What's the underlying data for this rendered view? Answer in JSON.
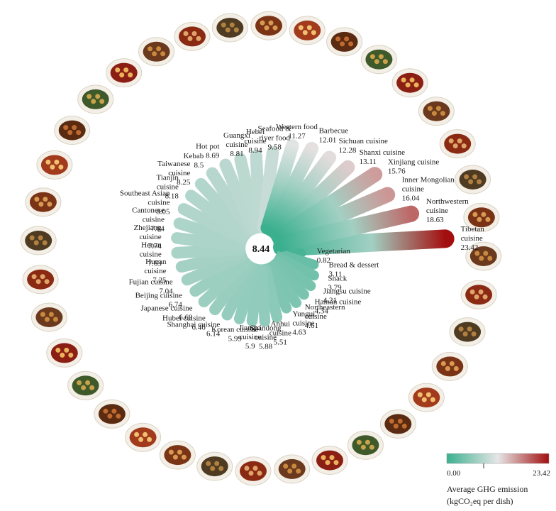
{
  "chart_data": {
    "type": "radial-bar",
    "center_value": "8.44",
    "categories": [
      "Tibetan cuisine",
      "Vegetarian",
      "Bread & dessert",
      "Snack",
      "Jiangsu cuisine",
      "Hainan cuisine",
      "Northeastern cuisine",
      "Yungui cuisine",
      "Anhui cuisine",
      "Shandong cuisine",
      "Jiangxi cuisine",
      "Korean cuisine",
      "Shanghai cuisine",
      "Hubei cuisine",
      "Japanese cuisine",
      "Beijing cuisine",
      "Fujian cuisine",
      "Hunan cuisine",
      "Henan cuisine",
      "Zhejiang cuisine",
      "Cantonese cuisine",
      "Southeast Asian cuisine",
      "Tianjin cuisine",
      "Taiwanese cuisine",
      "Kebab",
      "Hot pot",
      "Guangxi cuisine",
      "Hebei cuisine",
      "Seafood & river food",
      "Western food",
      "Barbecue",
      "Sichuan cuisine",
      "Shanxi cuisine",
      "Xinjiang cuisine",
      "Inner Mongolian cuisine",
      "Northwestern cuisine"
    ],
    "values": [
      23.42,
      0.82,
      3.11,
      3.79,
      4.21,
      4.34,
      4.61,
      4.63,
      5.51,
      5.88,
      5.9,
      5.99,
      6.14,
      6.46,
      6.69,
      6.74,
      7.04,
      7.25,
      7.63,
      7.74,
      7.84,
      8.05,
      8.18,
      8.25,
      8.5,
      8.69,
      8.81,
      8.94,
      9.58,
      11.27,
      12.01,
      12.28,
      13.11,
      15.76,
      16.04,
      18.63
    ],
    "value_labels": [
      "23.42",
      "0.82",
      "3.11",
      "3.79",
      "4.21",
      "4.34",
      "4.61",
      "4.63",
      "5.51",
      "5.88",
      "5.9",
      "5.99",
      "6.14",
      "6.46",
      "6.69",
      "6.74",
      "7.04",
      "7.25",
      "7.63",
      "7.74",
      "7.84",
      "8.05",
      "8.18",
      "8.25",
      "8.5",
      "8.69",
      "8.81",
      "8.94",
      "9.58",
      "11.27",
      "12.01",
      "12.28",
      "13.11",
      "15.76",
      "16.04",
      "18.63"
    ],
    "label_lines": [
      [
        "Tibetan",
        "cuisine"
      ],
      [
        "Vegetarian"
      ],
      [
        "Bread & dessert"
      ],
      [
        "Snack"
      ],
      [
        "Jiangsu cuisine"
      ],
      [
        "Hainan cuisine"
      ],
      [
        "Northeastern",
        "cuisine"
      ],
      [
        "Yungui",
        "cuisine"
      ],
      [
        "Anhui",
        "cuisine"
      ],
      [
        "Shandong",
        "cuisine"
      ],
      [
        "Jiangxi",
        "cuisine"
      ],
      [
        "Korean cuisine"
      ],
      [
        "Shanghai cuisine"
      ],
      [
        "Hubei cuisine"
      ],
      [
        "Japanese cuisine"
      ],
      [
        "Beijing cuisine"
      ],
      [
        "Fujian cuisine"
      ],
      [
        "Hunan",
        "cuisine"
      ],
      [
        "Henan",
        "cuisine"
      ],
      [
        "Zhejiang",
        "cuisine"
      ],
      [
        "Cantonese",
        "cuisine"
      ],
      [
        "Southeast Asian",
        "cuisine"
      ],
      [
        "Tianjin",
        "cuisine"
      ],
      [
        "Taiwanese",
        "cuisine"
      ],
      [
        "Kebab"
      ],
      [
        "Hot pot"
      ],
      [
        "Guangxi",
        "cuisine"
      ],
      [
        "Hebei",
        "cuisine"
      ],
      [
        "Seafood &",
        "river food"
      ],
      [
        "Western food"
      ],
      [
        "Barbecue"
      ],
      [
        "Sichuan cuisine"
      ],
      [
        "Shanxi cuisine"
      ],
      [
        "Xinjiang cuisine"
      ],
      [
        "Inner Mongolian",
        "cuisine"
      ],
      [
        "Northwestern",
        "cuisine"
      ]
    ],
    "color_scale": {
      "min_label": "0.00",
      "max_label": "23.42",
      "min": 0,
      "max": 23.42,
      "low_color": "#3bb08f",
      "mid_color": "#e6e6e6",
      "high_color": "#a30f0f",
      "title": "Average GHG emission",
      "unit_line": "(kgCO₂eq per dish)"
    }
  }
}
